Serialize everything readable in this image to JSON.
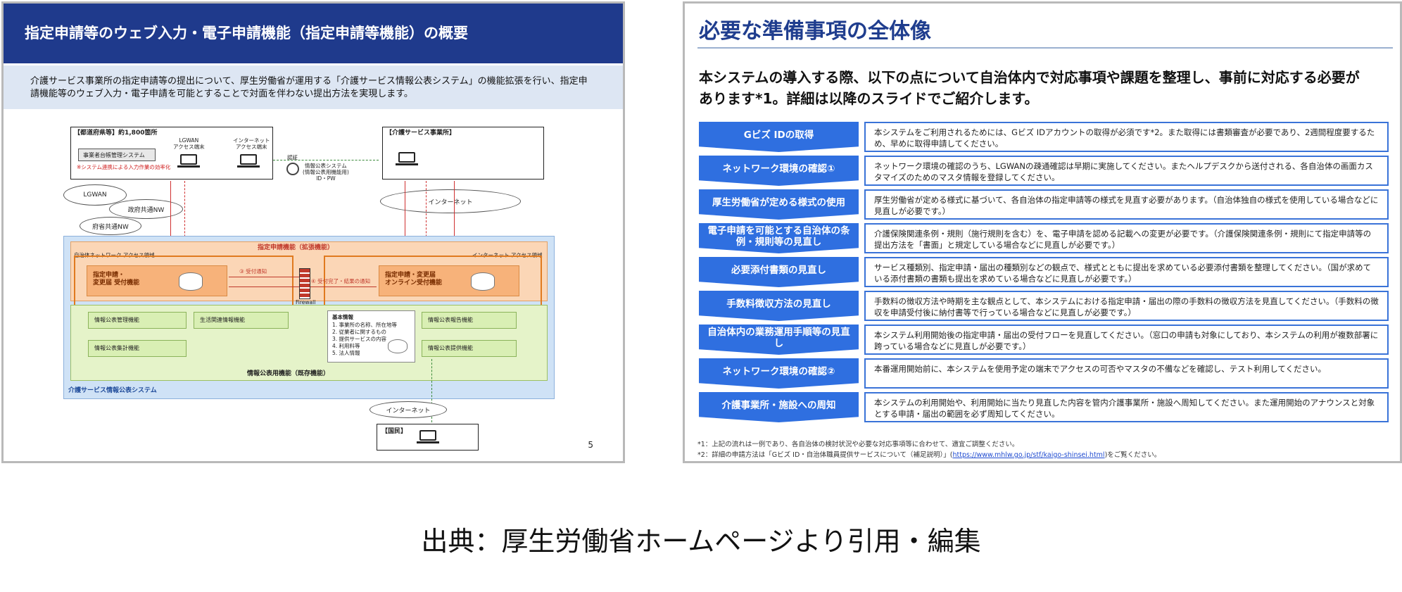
{
  "left_slide": {
    "title": "指定申請等のウェブ入力・電子申請機能（指定申請等機能）の概要",
    "intro": "介護サービス事業所の指定申請等の提出について、厚生労働省が運用する「介護サービス情報公表システム」の機能拡張を行い、指定申請機能等のウェブ入力・電子申請を可能とすることで対面を伴わない提出方法を実現します。",
    "page_number": "5",
    "diagram": {
      "prefecture_box": "【都道府県等】約1,800箇所",
      "lgwan_terminal": "LGWAN\nアクセス端末",
      "internet_terminal": "インターネット\nアクセス端末",
      "ledger_system": "事業者台帳管理システム",
      "ledger_note": "※システム連携による入力作業の効率化",
      "provider_box": "【介護サービス事業所】",
      "auth_label": "認証",
      "auth_note": "情報公表システム\n(情報公表用機能用)\nID・PW",
      "cloud_lgwan": "LGWAN",
      "cloud_gov": "政府共通NW",
      "cloud_ministry": "府省共通NW",
      "cloud_internet": "インターネット",
      "cloud_internet2": "インターネット",
      "outer_system": "介護サービス情報公表システム",
      "lgwan_area": "自治体ネットワーク アクセス領域",
      "internet_area": "インターネット アクセス領域",
      "ext_function": "指定申請機能（拡張機能）",
      "func_left": "指定申請・\n変更届 受付機能",
      "func_right": "指定申請・変更届\nオンライン受付機能",
      "firewall": "Firewall",
      "arrow_notify": "③ 受付通知",
      "arrow_result": "④ 受付完了・結果の通知",
      "existing_function": "情報公表用機能（既存機能）",
      "modules": [
        "情報公表管理機能",
        "生活関連情報機能",
        "情報公表集計機能",
        "情報公表報告機能",
        "情報公表提供機能"
      ],
      "basic_info_title": "基本情報",
      "basic_info_items": [
        "1. 事業所の名称、所在地等",
        "2. 従業者に関するもの",
        "3. 提供サービスの内容",
        "4. 利用料等",
        "5. 法人情報"
      ],
      "citizen_box": "【国民】"
    }
  },
  "right_slide": {
    "title": "必要な準備事項の全体像",
    "intro": "本システムの導入する際、以下の点について自治体内で対応事項や課題を整理し、事前に対応する必要があります*1。詳細は以降のスライドでご紹介します。",
    "rows": [
      {
        "label": "Gビズ IDの取得",
        "desc": "本システムをご利用されるためには、Gビズ IDアカウントの取得が必須です*2。また取得には書類審査が必要であり、2週間程度要するため、早めに取得申請してください。"
      },
      {
        "label": "ネットワーク環境の確認①",
        "desc": "ネットワーク環境の確認のうち、LGWANの疎通確認は早期に実施してください。またヘルプデスクから送付される、各自治体の画面カスタマイズのためのマスタ情報を登録してください。"
      },
      {
        "label": "厚生労働省が定める様式の使用",
        "desc": "厚生労働省が定める様式に基づいて、各自治体の指定申請等の様式を見直す必要があります。（自治体独自の様式を使用している場合などに見直しが必要です。）"
      },
      {
        "label": "電子申請を可能とする自治体の条例・規則等の見直し",
        "desc": "介護保険関連条例・規則（施行規則を含む）を、電子申請を認める記載への変更が必要です。（介護保険関連条例・規則にて指定申請等の提出方法を「書面」と規定している場合などに見直しが必要です。）"
      },
      {
        "label": "必要添付書類の見直し",
        "desc": "サービス種類別、指定申請・届出の種類別などの観点で、様式とともに提出を求めている必要添付書類を整理してください。（国が求めている添付書類の書類も提出を求めている場合などに見直しが必要です。）"
      },
      {
        "label": "手数料徴収方法の見直し",
        "desc": "手数料の徴収方法や時期を主な観点として、本システムにおける指定申請・届出の際の手数料の徴収方法を見直してください。（手数料の徴収を申請受付後に納付書等で行っている場合などに見直しが必要です。）"
      },
      {
        "label": "自治体内の業務運用手順等の見直し",
        "desc": "本システム利用開始後の指定申請・届出の受付フローを見直してください。（窓口の申請も対象にしており、本システムの利用が複数部署に跨っている場合などに見直しが必要です。）"
      },
      {
        "label": "ネットワーク環境の確認②",
        "desc": "本番運用開始前に、本システムを使用予定の端末でアクセスの可否やマスタの不備などを確認し、テスト利用してください。"
      },
      {
        "label": "介護事業所・施設への周知",
        "desc": "本システムの利用開始や、利用開始に当たり見直した内容を管内介護事業所・施設へ周知してください。また運用開始のアナウンスと対象とする申請・届出の範囲を必ず周知してください。"
      }
    ],
    "footnote1": "*1：上記の流れは一例であり、各自治体の検討状況や必要な対応事項等に合わせて、適宜ご調整ください。",
    "footnote2_prefix": "*2：詳細の申請方法は「Gビズ ID・自治体職員提供サービスについて（補足説明）」(",
    "footnote2_link": "https://www.mhlw.go.jp/stf/kaigo-shinsei.html",
    "footnote2_suffix": ")をご覧ください。"
  },
  "caption": "出典：厚生労働省ホームページより引用・編集",
  "colors": {
    "title_bar": "#1f3a8c",
    "row_label": "#2f6fe0",
    "row_border": "#3a73d8",
    "orange": "#e07a1f",
    "green": "#d9efb4"
  }
}
